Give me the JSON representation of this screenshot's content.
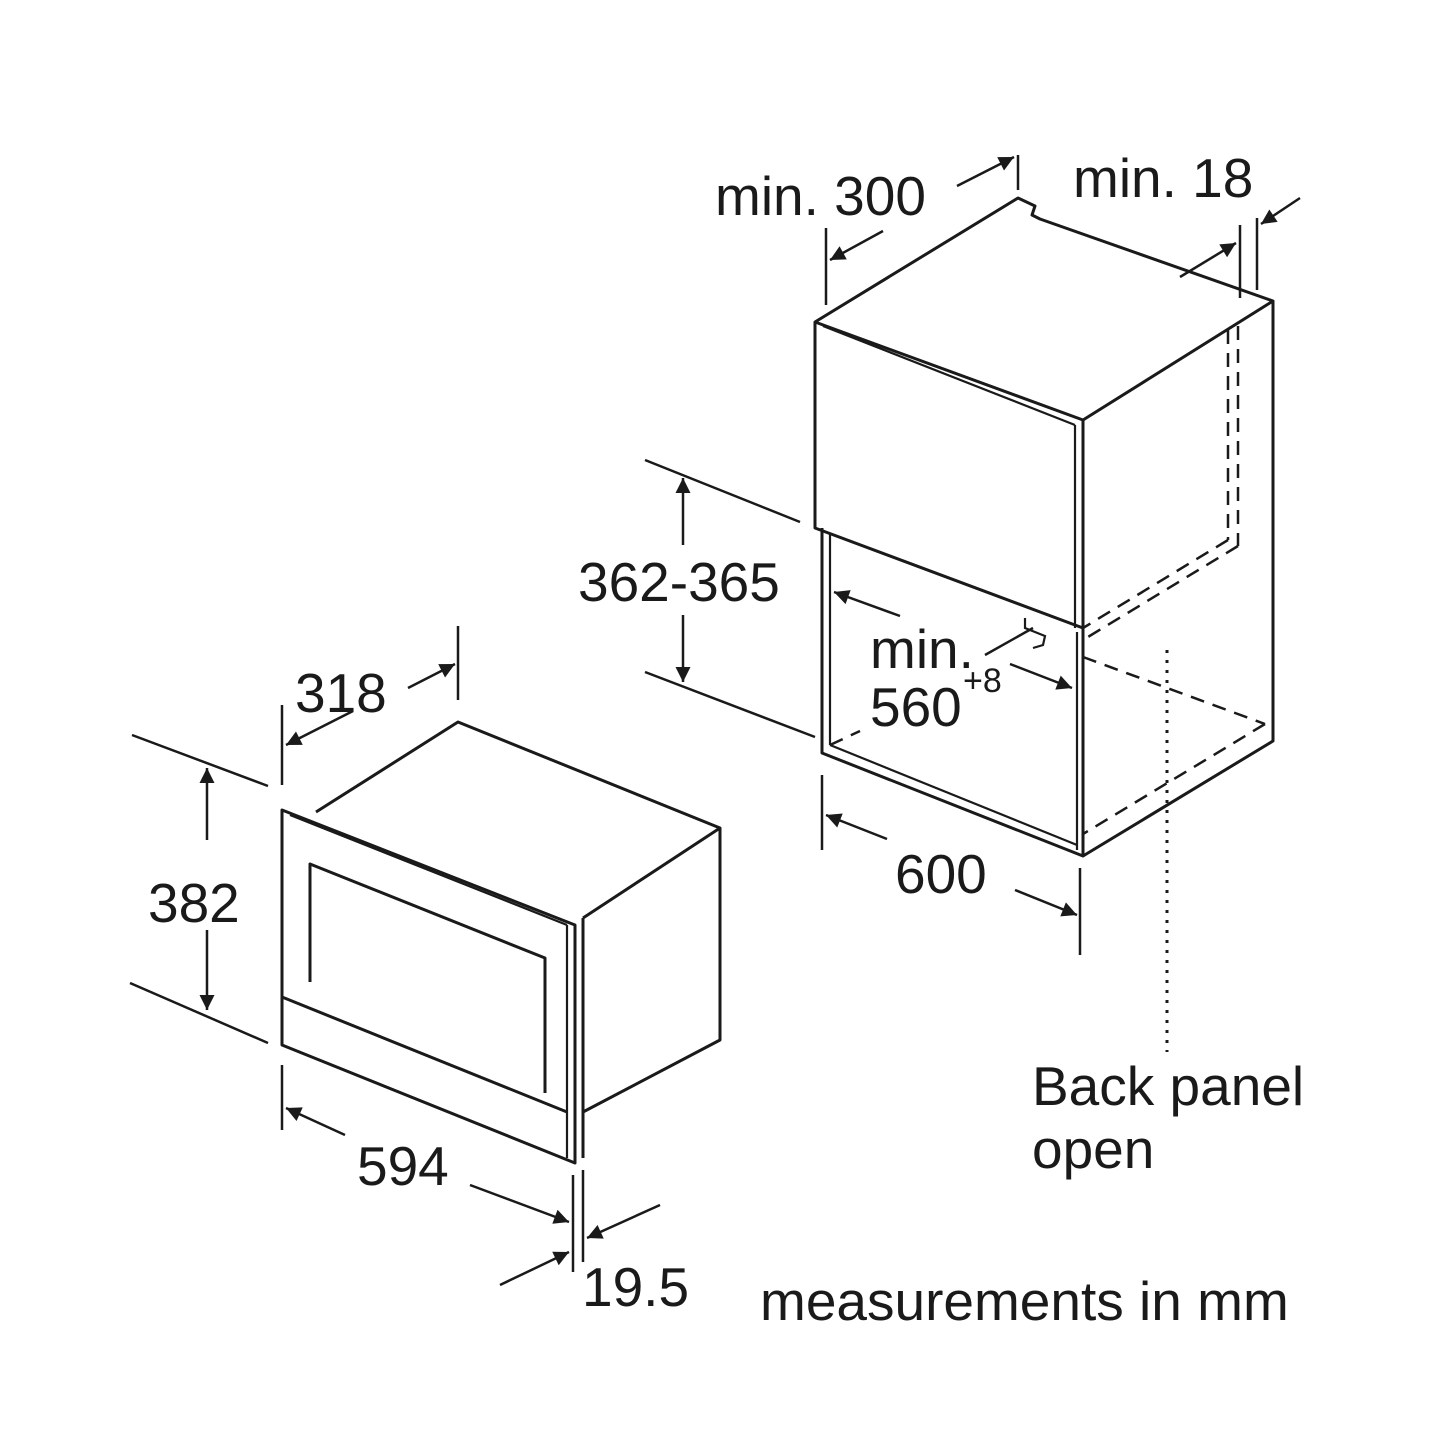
{
  "cabinet": {
    "depth_label": "min. 300",
    "gap_label": "min. 18",
    "opening_height_label": "362-365",
    "opening_width_label_line1": "min.",
    "opening_width_label_line2": "560",
    "opening_width_tolerance": "+8",
    "cabinet_width_label": "600",
    "back_panel_line1": "Back panel",
    "back_panel_line2": "open"
  },
  "appliance": {
    "depth_label": "318",
    "height_label": "382",
    "width_label": "594",
    "front_thickness_label": "19.5"
  },
  "footer": {
    "units_note": "measurements in mm"
  }
}
